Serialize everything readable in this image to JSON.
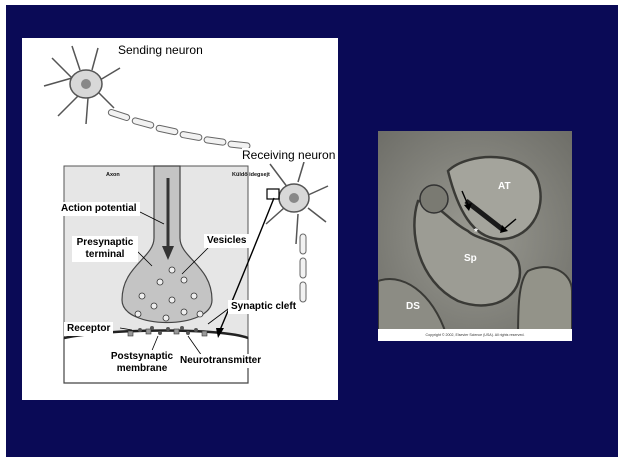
{
  "diagram": {
    "sending_neuron": "Sending neuron",
    "receiving_neuron": "Receiving neuron",
    "axon": "Axon",
    "kuldo": "Küldő idegsejt",
    "action_potential": "Action potential",
    "presynaptic_terminal": "Presynaptic terminal",
    "vesicles": "Vesicles",
    "synaptic_cleft": "Synaptic cleft",
    "receptor": "Receptor",
    "postsynaptic_membrane": "Postsynaptic membrane",
    "neurotransmitter": "Neurotransmitter"
  },
  "micrograph": {
    "at": "AT",
    "sp": "Sp",
    "ds": "DS",
    "asterisk": "*",
    "copyright": "Copyright © 2002, Elsevier Science (USA). All rights reserved."
  },
  "colors": {
    "slide_background": "#0a0a56",
    "panel_background": "#ffffff",
    "micrograph_gray": "#8a8a82"
  }
}
